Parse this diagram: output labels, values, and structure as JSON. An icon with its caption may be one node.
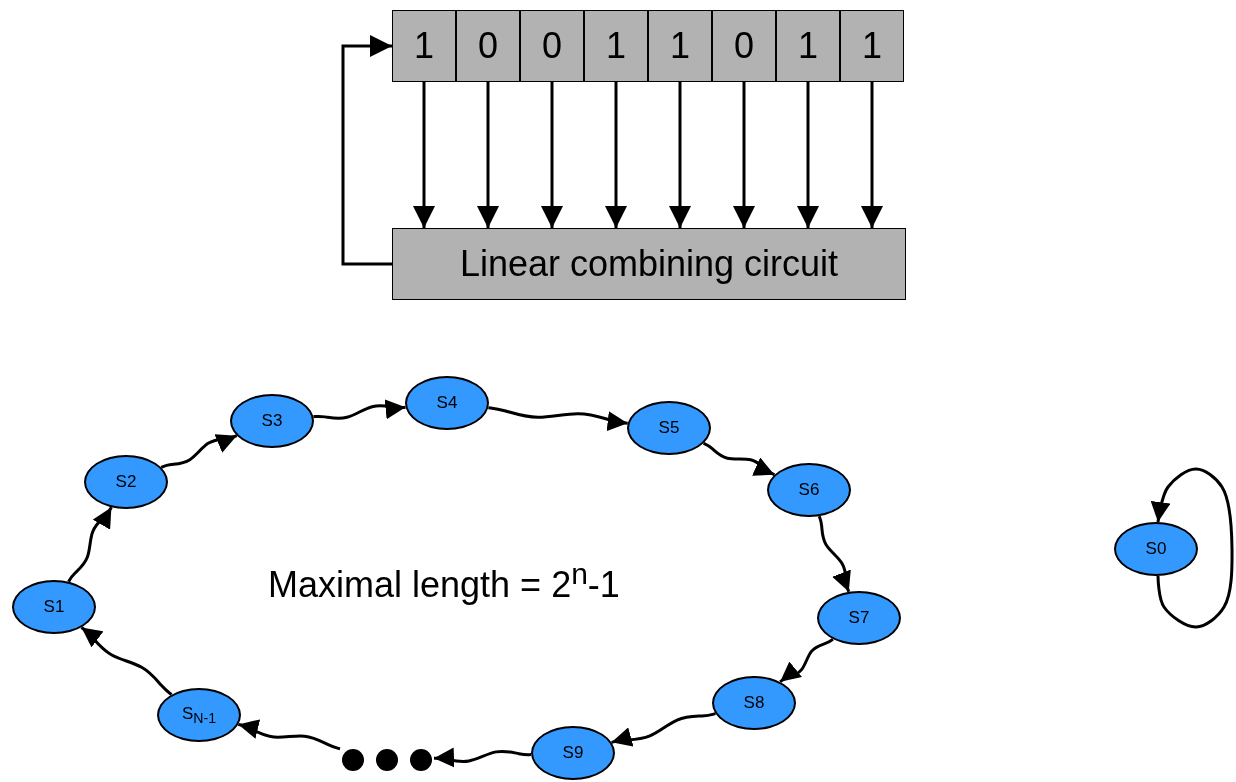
{
  "diagram": {
    "nodes": [
      {
        "text": [
          "1"
        ]
      },
      {
        "text": [
          "0"
        ]
      },
      {
        "text": [
          "0"
        ]
      },
      {
        "text": [
          "1"
        ]
      },
      {
        "text": [
          "1"
        ]
      },
      {
        "text": [
          "0"
        ]
      },
      {
        "text": [
          "1"
        ]
      },
      {
        "text": [
          "1"
        ]
      },
      {
        "text": [
          "Linear combining circuit"
        ]
      },
      {
        "text": [
          "S1"
        ]
      },
      {
        "text": [
          "S2"
        ]
      },
      {
        "text": [
          "S3"
        ]
      },
      {
        "text": [
          "S4"
        ]
      },
      {
        "text": [
          "S5"
        ]
      },
      {
        "text": [
          "S6"
        ]
      },
      {
        "text": [
          "S7"
        ]
      },
      {
        "text": [
          "S8"
        ]
      },
      {
        "text": [
          "S9"
        ]
      },
      {
        "text": [],
        "shape": "dots"
      },
      {
        "text": [
          "S$_{N-1}$"
        ]
      },
      {
        "text": [
          "S0"
        ]
      }
    ],
    "edges": [
      {
        "from": 0,
        "to": 8,
        "arrow": "to"
      },
      {
        "from": 1,
        "to": 8,
        "arrow": "to"
      },
      {
        "from": 2,
        "to": 8,
        "arrow": "to"
      },
      {
        "from": 3,
        "to": 8,
        "arrow": "to"
      },
      {
        "from": 4,
        "to": 8,
        "arrow": "to"
      },
      {
        "from": 5,
        "to": 8,
        "arrow": "to"
      },
      {
        "from": 6,
        "to": 8,
        "arrow": "to"
      },
      {
        "from": 7,
        "to": 8,
        "arrow": "to"
      },
      {
        "from": 8,
        "to": 0,
        "arrow": "to"
      },
      {
        "from": 9,
        "to": 10,
        "arrow": "to"
      },
      {
        "from": 10,
        "to": 11,
        "arrow": "to"
      },
      {
        "from": 11,
        "to": 12,
        "arrow": "to"
      },
      {
        "from": 12,
        "to": 13,
        "arrow": "to"
      },
      {
        "from": 13,
        "to": 14,
        "arrow": "to"
      },
      {
        "from": 14,
        "to": 15,
        "arrow": "to"
      },
      {
        "from": 15,
        "to": 16,
        "arrow": "to"
      },
      {
        "from": 16,
        "to": 17,
        "arrow": "to"
      },
      {
        "from": 17,
        "to": 18,
        "arrow": "to"
      },
      {
        "from": 18,
        "to": 19,
        "arrow": "to"
      },
      {
        "from": 19,
        "to": 9,
        "arrow": "to"
      },
      {
        "from": 20,
        "to": 20,
        "arrow": "to"
      }
    ],
    "labels": [
      "Maximal length = 2$^{n}$-1"
    ]
  }
}
